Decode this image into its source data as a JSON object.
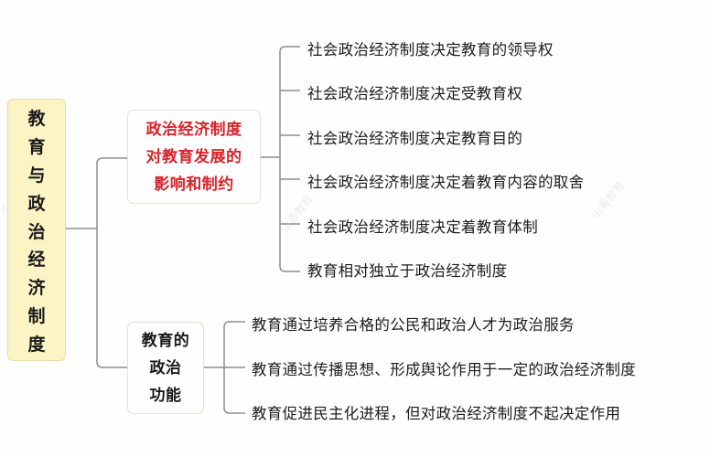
{
  "root": {
    "title": "教育与政治经济制度",
    "chars": [
      "教",
      "育",
      "与",
      "政",
      "治",
      "经",
      "济",
      "制",
      "度"
    ],
    "fill_color": "#fdf4c5"
  },
  "branches": [
    {
      "label_lines": [
        "政治经济制度",
        "对教育发展的",
        "影响和制约"
      ],
      "text_color": "#d8232a",
      "leaves": [
        "社会政治经济制度决定教育的领导权",
        "社会政治经济制度决定受教育权",
        "社会政治经济制度决定教育目的",
        "社会政治经济制度决定着教育内容的取舍",
        "社会政治经济制度决定着教育体制",
        "教育相对独立于政治经济制度"
      ]
    },
    {
      "label_lines": [
        "教育的",
        "政治",
        "功能"
      ],
      "text_color": "#1a1a1a",
      "leaves": [
        "教育通过培养合格的公民和政治人才为政治服务",
        "教育通过传播思想、形成舆论作用于一定的政治经济制度",
        "教育促进民主化进程，但对政治经济制度不起决定作用"
      ]
    }
  ],
  "connector_color": "#8a8a8a"
}
